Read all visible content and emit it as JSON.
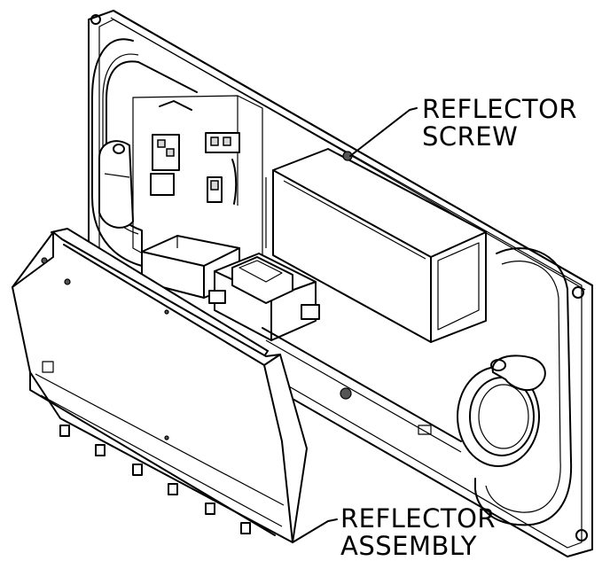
{
  "callouts": {
    "reflector_screw": [
      "REFLECTOR",
      "SCREW"
    ],
    "reflector_assembly": [
      "REFLECTOR",
      "ASSEMBLY"
    ]
  }
}
